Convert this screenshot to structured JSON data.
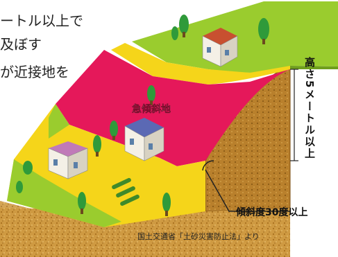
{
  "intro_lines": [
    "ートル以上で",
    "及ぼす",
    "が近接地を"
  ],
  "diagram": {
    "steep_slope_label": "急傾斜地",
    "height_label": "高さ5メートル以上",
    "angle_label": "傾斜度30度以上",
    "source_note": "国土交通省「土砂災害防止法」より"
  },
  "colors": {
    "top_band": "#9acc2e",
    "yellow_zone": "#f5d51a",
    "red_zone": "#e5185a",
    "soil_face": "#c88a30",
    "soil_front": "#d4a04a",
    "tree": "#2f9a3a"
  }
}
